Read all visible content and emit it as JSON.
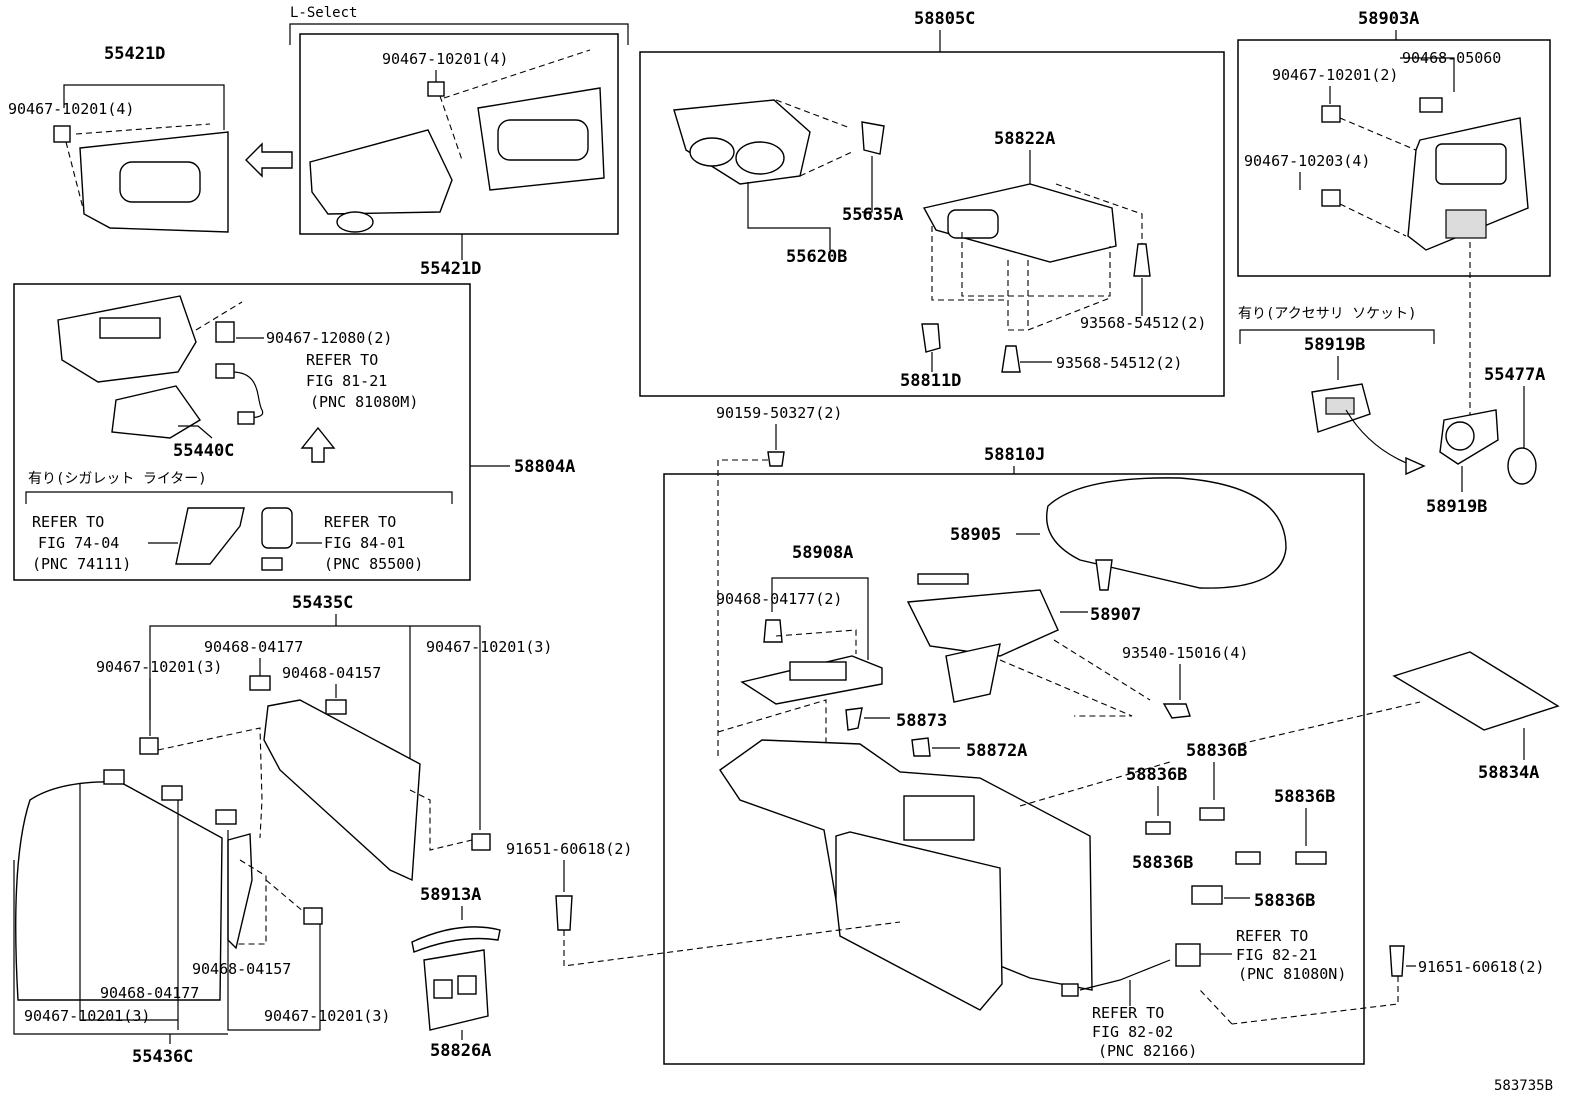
{
  "labels": {
    "l_select": "L-Select",
    "p55421d_top": "55421D",
    "p55421d_bot": "55421D",
    "p90467_10201_4_a": "90467-10201(4)",
    "p90467_10201_4_b": "90467-10201(4)",
    "p58805c": "58805C",
    "p58822a": "58822A",
    "p55635a": "55635A",
    "p55620b": "55620B",
    "p93568_a": "93568-54512(2)",
    "p93568_b": "93568-54512(2)",
    "p58811d": "58811D",
    "p58903a": "58903A",
    "p90468_05060": "90468-05060",
    "p90467_10201_2": "90467-10201(2)",
    "p90467_10203_4": "90467-10203(4)",
    "socket_note": "有り(アクセサリ ソケット)",
    "p58919b_top": "58919B",
    "p58919b_bot": "58919B",
    "p55477a": "55477A",
    "p90467_12080": "90467-12080(2)",
    "refer_81_line1": "REFER TO",
    "refer_81_line2": "FIG 81-21",
    "refer_81_line3": "(PNC 81080M)",
    "p55440c": "55440C",
    "p58804a": "58804A",
    "cig_note": "有り(シガレット ライター)",
    "refer_74_line1": "REFER TO",
    "refer_74_line2": "FIG 74-04",
    "refer_74_line3": "(PNC 74111)",
    "refer_84_line1": "REFER TO",
    "refer_84_line2": "FIG 84-01",
    "refer_84_line3": "(PNC 85500)",
    "p90159": "90159-50327(2)",
    "p58810j": "58810J",
    "p58905": "58905",
    "p58908a": "58908A",
    "p90468_04177_2": "90468-04177(2)",
    "p58907": "58907",
    "p93540": "93540-15016(4)",
    "p58873": "58873",
    "p58872a": "58872A",
    "p58836b_1": "58836B",
    "p58836b_2": "58836B",
    "p58836b_3": "58836B",
    "p58836b_4": "58836B",
    "p58836b_5": "58836B",
    "p58834a": "58834A",
    "p91651_a": "91651-60618(2)",
    "p91651_b": "91651-60618(2)",
    "refer_82_21_line1": "REFER TO",
    "refer_82_21_line2": "FIG 82-21",
    "refer_82_21_line3": "(PNC 81080N)",
    "refer_82_02_line1": "REFER TO",
    "refer_82_02_line2": "FIG 82-02",
    "refer_82_02_line3": "(PNC 82166)",
    "p55435c": "55435C",
    "p90468_04177_a": "90468-04177",
    "p90468_04157_a": "90468-04157",
    "p90467_10201_3_a": "90467-10201(3)",
    "p90467_10201_3_b": "90467-10201(3)",
    "p90467_10201_3_c": "90467-10201(3)",
    "p90467_10201_3_d": "90467-10201(3)",
    "p90468_04157_b": "90468-04157",
    "p90468_04177_b": "90468-04177",
    "p55436c": "55436C",
    "p58913a": "58913A",
    "p58826a": "58826A",
    "figure_id": "583735B"
  }
}
